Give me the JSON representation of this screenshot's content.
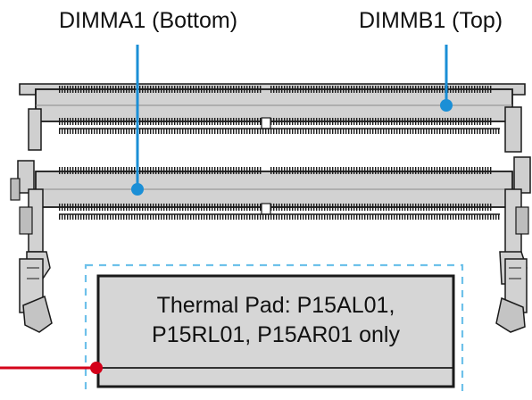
{
  "labels": {
    "slot_a": "DIMMA1 (Bottom)",
    "slot_b": "DIMMB1 (Top)"
  },
  "thermal_pad": {
    "line1": "Thermal Pad: P15AL01,",
    "line2": "P15RL01, P15AR01 only"
  },
  "colors": {
    "callout_blue": "#1b8fd6",
    "callout_red": "#d4001a",
    "slot_gray": "#d2d2d2",
    "pad_gray": "#d6d6d6",
    "dashed_outline": "#6ec1ea",
    "outline": "#1a1a1a"
  }
}
